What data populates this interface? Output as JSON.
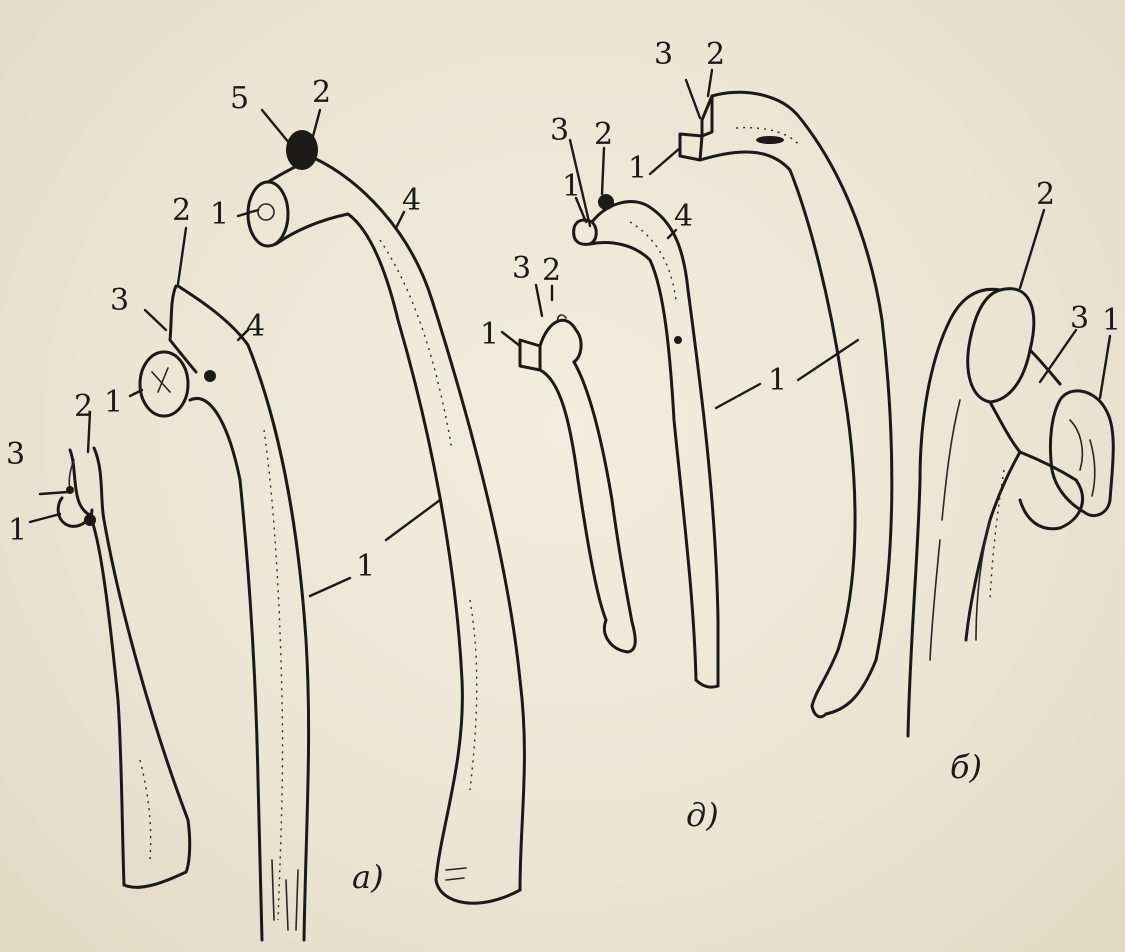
{
  "figure": {
    "labels": {
      "one": "1",
      "two": "2",
      "three": "3",
      "four": "4",
      "five": "5"
    },
    "captions": {
      "a": "a)",
      "d": "д)",
      "b": "б)"
    }
  }
}
